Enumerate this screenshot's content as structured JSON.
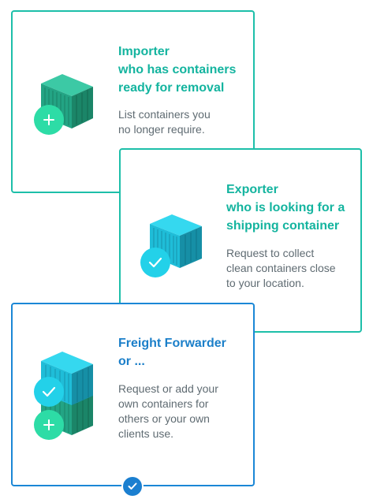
{
  "options": [
    {
      "id": "importer",
      "title_lines": [
        "Importer",
        "who has containers",
        "ready for removal"
      ],
      "description_lines": [
        "List containers you",
        "no longer require."
      ],
      "badge_icon": "plus-icon",
      "accent_color": "#1dbfa9",
      "selected": false
    },
    {
      "id": "exporter",
      "title_lines": [
        "Exporter",
        "who is looking for a",
        "shipping container"
      ],
      "description_lines": [
        "Request to collect",
        "clean containers close",
        "to your location."
      ],
      "badge_icon": "check-icon",
      "accent_color": "#1dbfa9",
      "selected": false
    },
    {
      "id": "freight-forwarder",
      "title_lines": [
        "Freight Forwarder",
        "or ..."
      ],
      "description_lines": [
        "Request or add your",
        "own containers for",
        "others or your own",
        "clients use."
      ],
      "badge_icons": [
        "check-icon",
        "plus-icon"
      ],
      "accent_color": "#1b87d6",
      "selected": true
    }
  ],
  "colors": {
    "teal_border": "#1dbfa9",
    "blue_border": "#1b87d6",
    "container_green": "#2aa884",
    "container_cyan": "#22c9e3",
    "badge_green": "#2ddca6",
    "badge_cyan": "#23d1e9",
    "selected_check": "#1b7fd0"
  }
}
